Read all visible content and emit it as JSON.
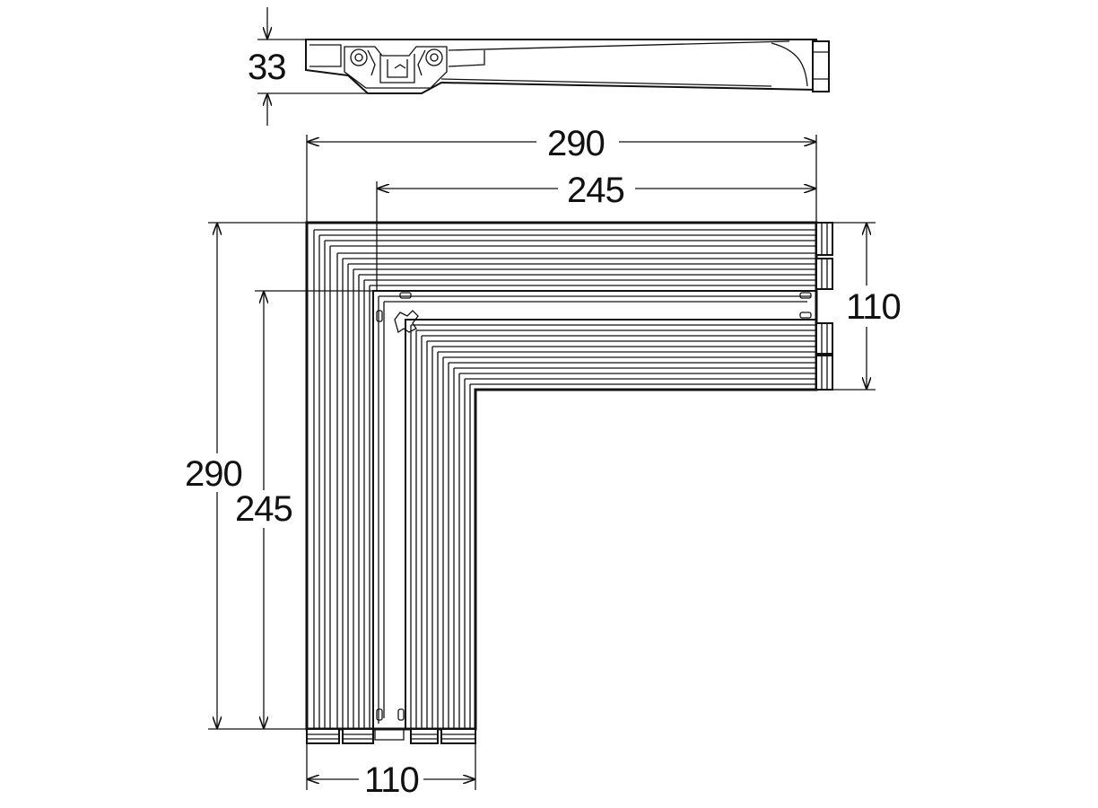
{
  "dimensions": {
    "profile_height": "33",
    "outer_length_top": "290",
    "inner_length_top": "245",
    "width_right": "110",
    "outer_length_left": "290",
    "inner_length_left": "245",
    "width_bottom": "110"
  }
}
